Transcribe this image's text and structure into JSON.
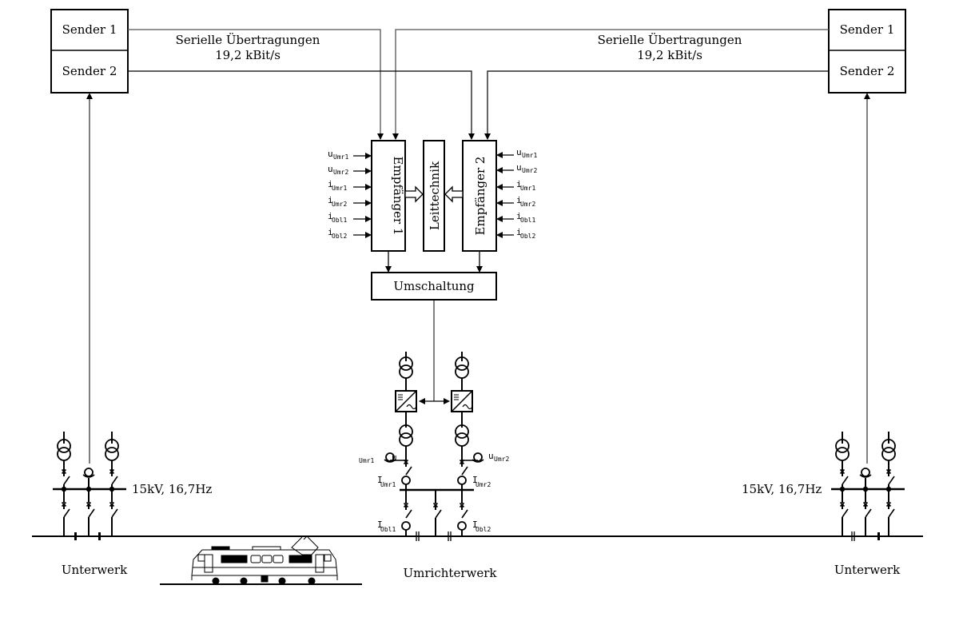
{
  "diagram": {
    "title": "Umrichterwerk mit Leittechnik und seriellen Übertragungen",
    "left_substation": {
      "senders": [
        {
          "label": "Sender 1"
        },
        {
          "label": "Sender 2"
        }
      ],
      "voltage_label": "15kV, 16,7Hz",
      "name": "Unterwerk"
    },
    "right_substation": {
      "senders": [
        {
          "label": "Sender 1"
        },
        {
          "label": "Sender 2"
        }
      ],
      "voltage_label": "15kV, 16,7Hz",
      "name": "Unterwerk"
    },
    "transmission": {
      "left_label_line1": "Serielle Übertragungen",
      "left_label_line2": "19,2  kBit/s",
      "right_label_line1": "Serielle Übertragungen",
      "right_label_line2": "19,2  kBit/s"
    },
    "control": {
      "receiver1": "Empfänger 1",
      "receiver2": "Empfänger 2",
      "control_system": "Leittechnik",
      "switchover": "Umschaltung"
    },
    "signal_inputs": [
      {
        "sym": "u",
        "sub": "Umr1"
      },
      {
        "sym": "u",
        "sub": "Umr2"
      },
      {
        "sym": "i",
        "sub": "Umr1"
      },
      {
        "sym": "i",
        "sub": "Umr2"
      },
      {
        "sym": "i",
        "sub": "Obl1"
      },
      {
        "sym": "i",
        "sub": "Obl2"
      }
    ],
    "converter_station": {
      "name": "Umrichterwerk",
      "u1_sym": "u",
      "u1_sub": "Umr1",
      "u2_sym": "u",
      "u2_sub": "Umr2",
      "i1_sym": "I",
      "i1_sub": "Umr1",
      "i2_sym": "I",
      "i2_sub": "Umr2",
      "io1_sym": "I",
      "io1_sub": "Obl1",
      "io2_sym": "I",
      "io2_sub": "Obl2"
    }
  }
}
